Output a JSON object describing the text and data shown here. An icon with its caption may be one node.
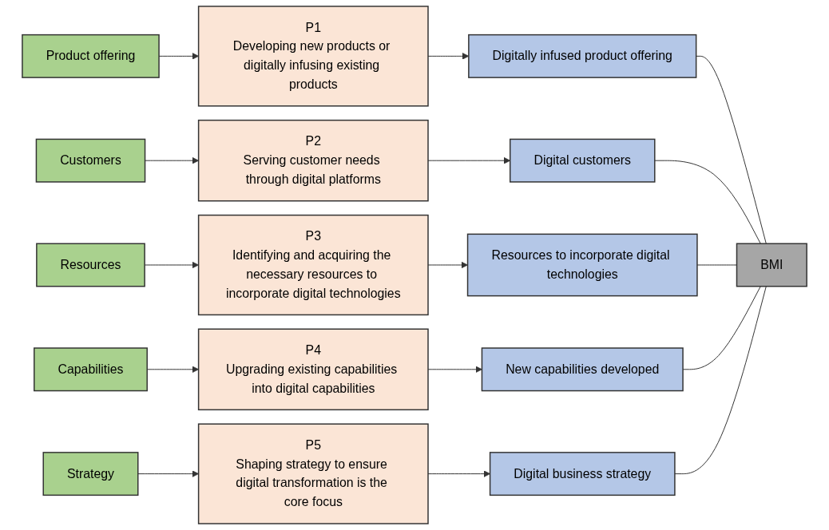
{
  "diagram": {
    "nodes": [
      {
        "text": [
          "Product offering"
        ]
      },
      {
        "text": [
          "P1",
          "Developing new products or digitally infusing existing products"
        ]
      },
      {
        "text": [
          "Digitally infused product offering"
        ]
      },
      {
        "text": [
          "Customers"
        ]
      },
      {
        "text": [
          "P2",
          "Serving customer needs through digital platforms"
        ]
      },
      {
        "text": [
          "Digital customers"
        ]
      },
      {
        "text": [
          "Resources"
        ]
      },
      {
        "text": [
          "P3",
          "Identifying and acquiring the necessary resources to incorporate digital technologies"
        ]
      },
      {
        "text": [
          "Resources to incorporate digital technologies"
        ]
      },
      {
        "text": [
          "Capabilities"
        ]
      },
      {
        "text": [
          "P4",
          "Upgrading existing capabilities into digital capabilities"
        ]
      },
      {
        "text": [
          "New capabilities developed"
        ]
      },
      {
        "text": [
          "Strategy"
        ]
      },
      {
        "text": [
          "P5",
          "Shaping strategy to ensure digital transformation is the core focus"
        ]
      },
      {
        "text": [
          "Digital business strategy"
        ]
      },
      {
        "text": [
          "BMI"
        ]
      }
    ],
    "edges": [
      {
        "from": 0,
        "to": 1,
        "arrow": "to"
      },
      {
        "from": 1,
        "to": 2,
        "arrow": "to"
      },
      {
        "from": 3,
        "to": 4,
        "arrow": "to"
      },
      {
        "from": 4,
        "to": 5,
        "arrow": "to"
      },
      {
        "from": 6,
        "to": 7,
        "arrow": "to"
      },
      {
        "from": 7,
        "to": 8,
        "arrow": "to"
      },
      {
        "from": 9,
        "to": 10,
        "arrow": "to"
      },
      {
        "from": 10,
        "to": 11,
        "arrow": "to"
      },
      {
        "from": 12,
        "to": 13,
        "arrow": "to"
      },
      {
        "from": 13,
        "to": 14,
        "arrow": "to"
      },
      {
        "from": 2,
        "to": 15,
        "arrow": "none"
      },
      {
        "from": 5,
        "to": 15,
        "arrow": "none"
      },
      {
        "from": 8,
        "to": 15,
        "arrow": "none"
      },
      {
        "from": 11,
        "to": 15,
        "arrow": "none"
      },
      {
        "from": 14,
        "to": 15,
        "arrow": "none"
      }
    ]
  }
}
